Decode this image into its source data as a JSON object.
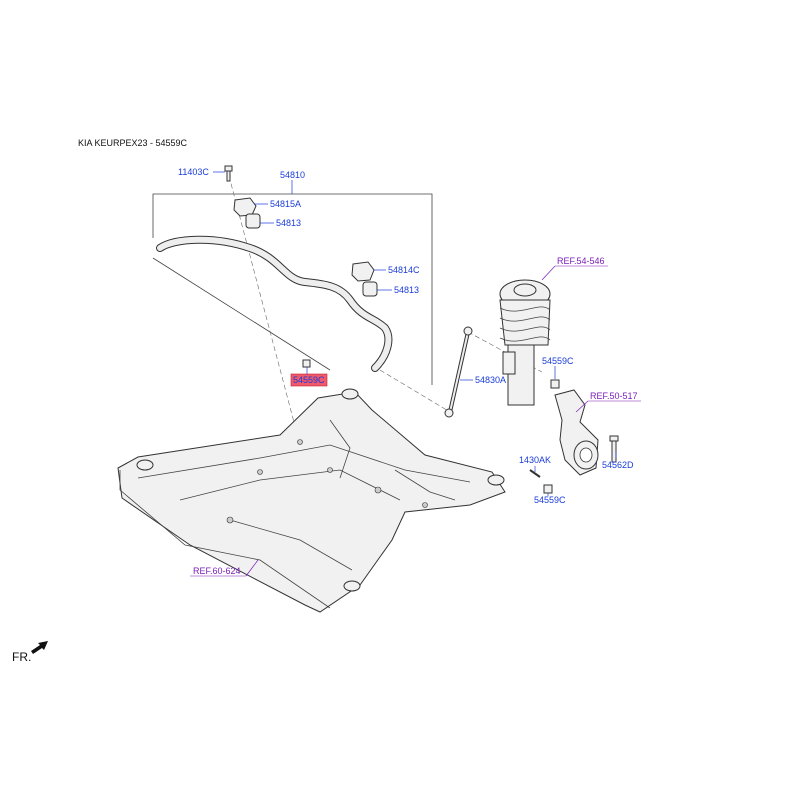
{
  "title": "KIA KEURPEX23 - 54559C",
  "direction_label": "FR.",
  "highlight_color": "#f0596b",
  "label_color": "#1a3cd8",
  "ref_color": "#7a1fb8",
  "labels": {
    "p11403C": "11403C",
    "p54810": "54810",
    "p54815A": "54815A",
    "p54813a": "54813",
    "p54814C": "54814C",
    "p54813b": "54813",
    "p54559C_sel": "54559C",
    "p54830A": "54830A",
    "p54559C_b": "54559C",
    "p1430AK": "1430AK",
    "p54562D": "54562D",
    "p54559C_c": "54559C"
  },
  "refs": {
    "r54546": "REF.54-546",
    "r50517": "REF.50-517",
    "r60624": "REF.60-624"
  }
}
